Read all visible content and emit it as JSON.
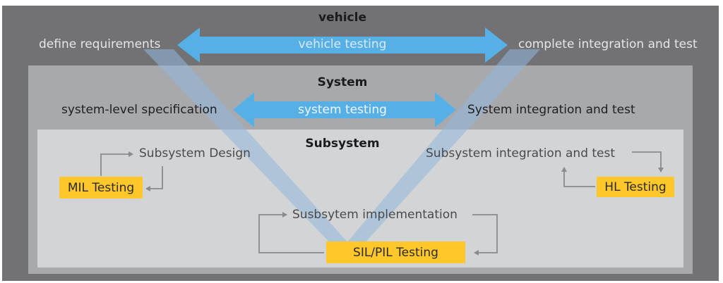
{
  "colors": {
    "outer_bg": "#727275",
    "system_bg": "#a8a9ad",
    "subsystem_bg": "#d3d4d6",
    "arrow_blue": "#56b0e6",
    "v_band": "#8fb8dc",
    "badge_yellow": "#ffc72a",
    "connector_gray": "#8b8b8e"
  },
  "levels": {
    "vehicle": {
      "title": "vehicle",
      "left_label": "define requirements",
      "arrow_label": "vehicle testing",
      "right_label": "complete integration and test"
    },
    "system": {
      "title": "System",
      "left_label": "system-level specification",
      "arrow_label": "system testing",
      "right_label": "System integration and test"
    },
    "subsystem": {
      "title": "Subsystem",
      "design_label": "Subsystem Design",
      "integration_label": "Subsystem integration and test",
      "implementation_label": "Susbsytem implementation",
      "mil_badge": "MIL Testing",
      "hil_badge": "HL Testing",
      "sil_badge": "SIL/PIL Testing"
    }
  }
}
